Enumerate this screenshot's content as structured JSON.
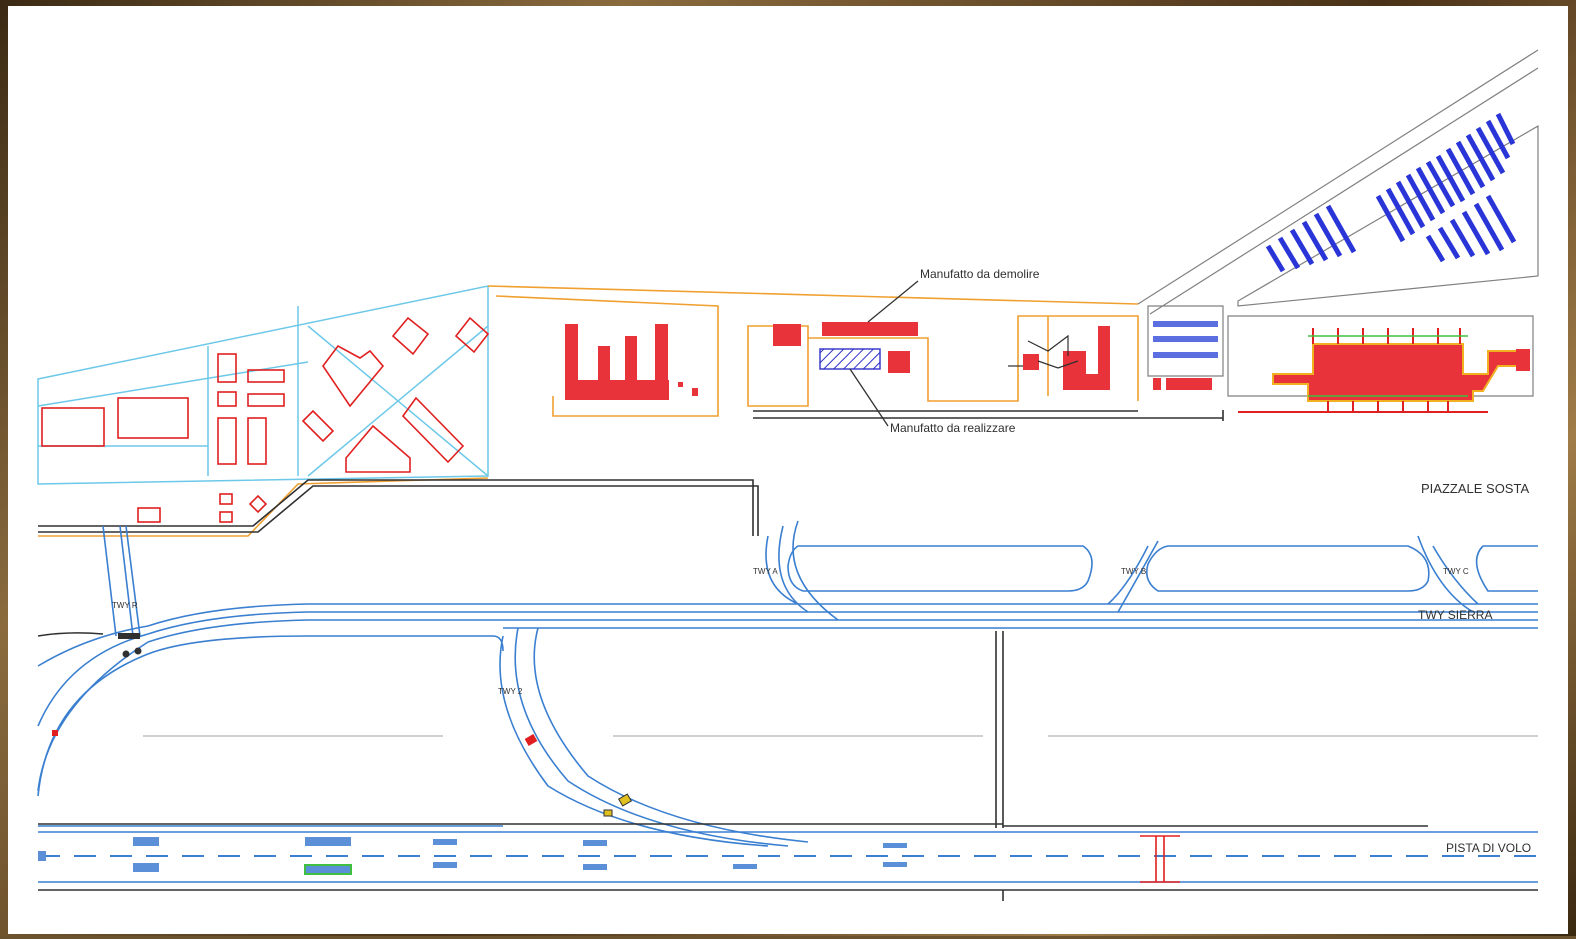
{
  "labels": {
    "demolish": "Manufatto da demolire",
    "build": "Manufatto da realizzare",
    "apron": "PIAZZALE SOSTA",
    "twy_sierra": "TWY SIERRA",
    "runway": "PISTA DI VOLO",
    "twy_r": "TWY R",
    "twy_2": "TWY 2",
    "twy_a": "TWY A",
    "twy_b": "TWY B",
    "twy_c": "TWY C"
  },
  "colors": {
    "taxiway_line": "#3a7fd0",
    "existing_building": "#e02020",
    "new_building_hatch": "#3030c8",
    "boundary_orange": "#f0a030",
    "zone_cyan": "#6cc8e8",
    "parking_blue": "#2a35d8",
    "road_black": "#303030",
    "marker_blue": "#5b8fd8",
    "marker_green": "#40c040",
    "terminal_outline": "#f0b020"
  }
}
